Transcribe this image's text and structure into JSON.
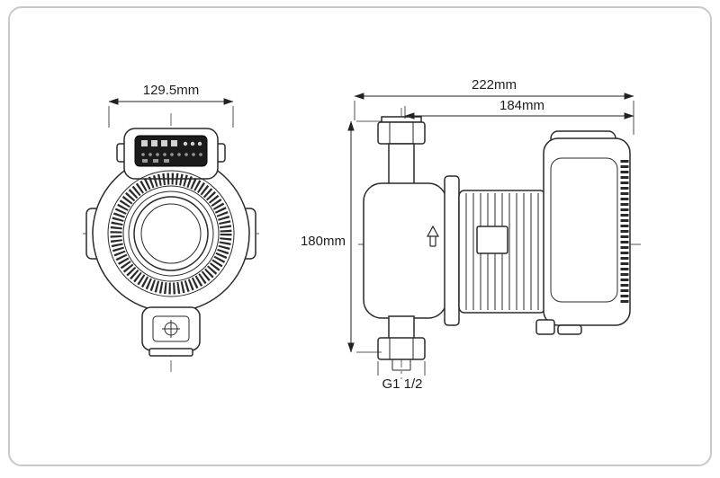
{
  "dimensions": {
    "front_width": "129.5mm",
    "overall_length": "222mm",
    "body_length": "184mm",
    "height": "180mm",
    "connection_thread": "G1 1/2"
  }
}
